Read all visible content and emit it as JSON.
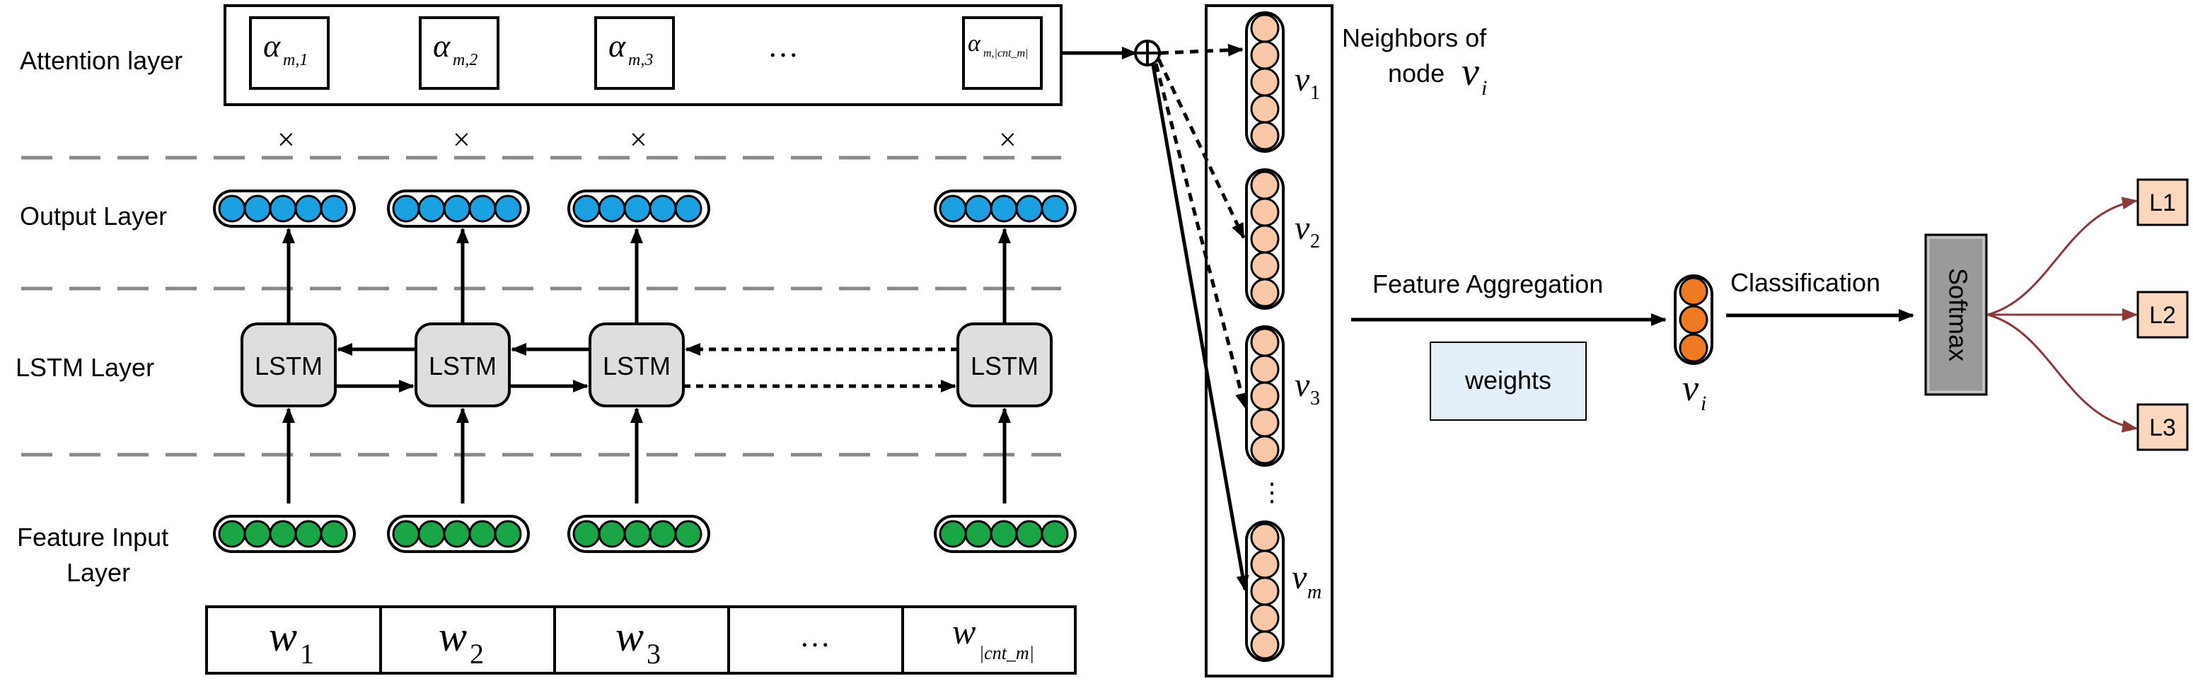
{
  "layers": {
    "attention": "Attention layer",
    "output": "Output Layer",
    "lstm": "LSTM Layer",
    "input_line1": "Feature Input",
    "input_line2": "Layer"
  },
  "attention_weights": [
    {
      "base": "α",
      "sub": "m,1"
    },
    {
      "base": "α",
      "sub": "m,2"
    },
    {
      "base": "α",
      "sub": "m,3"
    },
    {
      "base": "α",
      "sub": "m,|cnt_m|"
    }
  ],
  "ellipsis": "…",
  "multiply_symbol": "×",
  "lstm_label": "LSTM",
  "words": [
    {
      "base": "w",
      "sub": "1"
    },
    {
      "base": "w",
      "sub": "2"
    },
    {
      "base": "w",
      "sub": "3"
    },
    {
      "base": "w",
      "sub": "|cnt_m|"
    }
  ],
  "neighbors": {
    "title_line1": "Neighbors of",
    "title_line2": "node",
    "node_symbol": "v",
    "node_sub": "i",
    "items": [
      {
        "base": "v",
        "sub": "1"
      },
      {
        "base": "v",
        "sub": "2"
      },
      {
        "base": "v",
        "sub": "3"
      },
      {
        "base": "v",
        "sub": "m"
      }
    ],
    "vertical_dots": "⋮"
  },
  "aggregation": {
    "label": "Feature Aggregation",
    "weights_label": "weights",
    "node_base": "v",
    "node_sub": "i"
  },
  "classification": {
    "label": "Classification",
    "softmax_label": "Softmax",
    "outputs": [
      "L1",
      "L2",
      "L3"
    ]
  },
  "colors": {
    "output_nodes": "#1ba1e2",
    "input_nodes": "#1aa547",
    "neighbor_nodes": "#f8c8a8",
    "aggregated_node": "#ef7a22",
    "lstm_box": "#dedede",
    "weights_box": "#e3eff9",
    "softmax_box": "#9a9a9a",
    "label_box": "#fad7bd",
    "label_arrow": "#8b3a3a"
  }
}
